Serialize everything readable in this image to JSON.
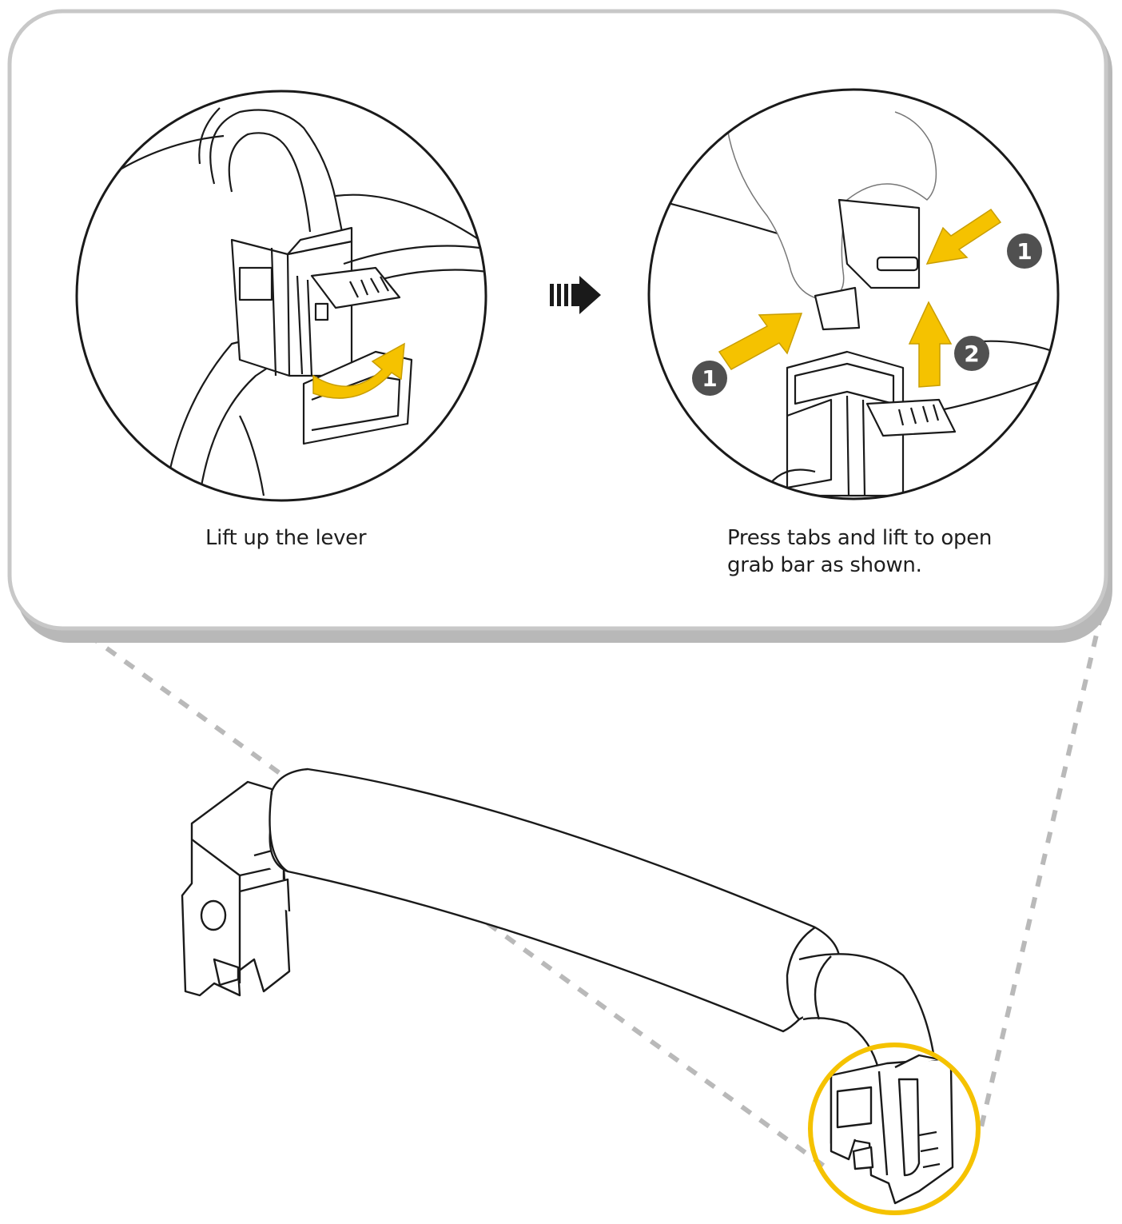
{
  "steps": [
    {
      "caption_lines": [
        "Lift up the lever"
      ]
    },
    {
      "caption_lines": [
        "Press tabs and lift to open",
        "grab bar as shown."
      ],
      "callouts": [
        "1",
        "1",
        "2"
      ]
    }
  ],
  "colors": {
    "panel_border": "#c8c8c8",
    "panel_shadow": "#b4b4b4",
    "highlight_yellow": "#f5c200",
    "callout_badge": "#505050",
    "line_art": "#1a1a1a",
    "dash_lines": "#b9b9b9"
  },
  "icons": {
    "step_arrow": "striped-right-arrow-icon",
    "highlight": "yellow-circle"
  }
}
